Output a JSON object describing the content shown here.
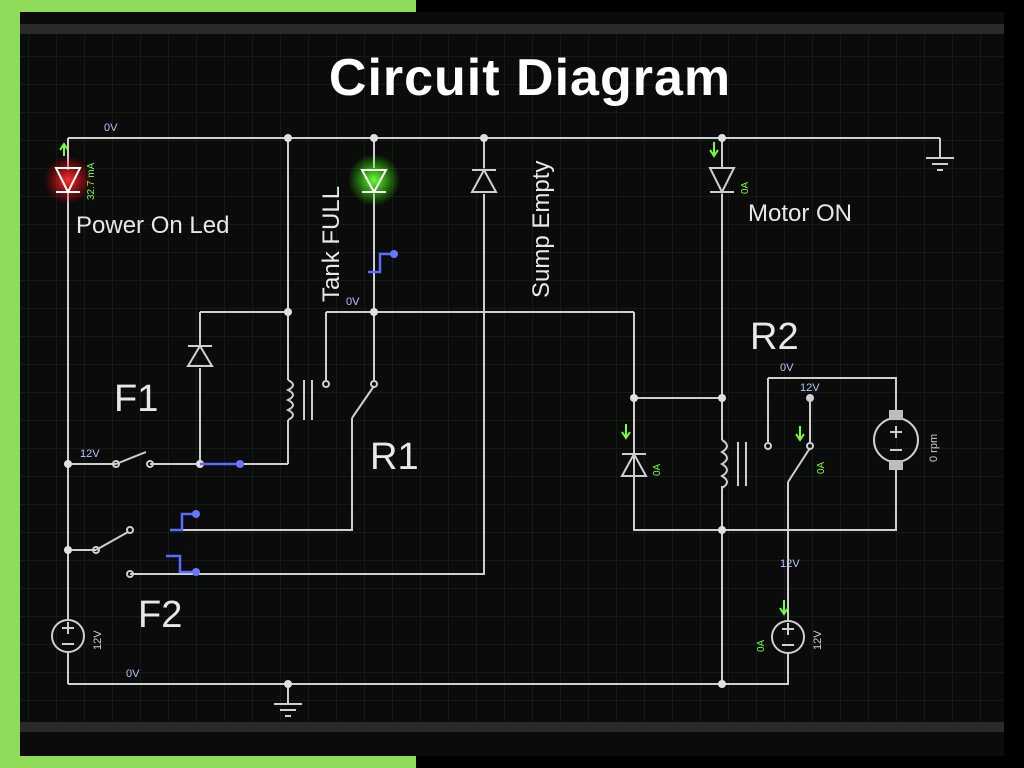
{
  "title": "Circuit Diagram",
  "labels": {
    "power_on_led": "Power On Led",
    "tank_full": "Tank FULL",
    "sump_empty": "Sump Empty",
    "motor_on": "Motor ON",
    "f1": "F1",
    "f2": "F2",
    "r1": "R1",
    "r2": "R2"
  },
  "readouts": {
    "v_top": "0V",
    "v_bottom": "0V",
    "v_tank": "0V",
    "v_r2_top": "0V",
    "v_f1": "12V",
    "v_r2_switch": "12V",
    "v_motor_supply": "12V",
    "src_left": "12V",
    "src_right": "12V",
    "led_current": "32.7 mA",
    "motor_led_current": "0A",
    "r2_diode_current": "0A",
    "r2_switch_current": "0A",
    "src_right_current": "0A",
    "motor_speed": "0 rpm"
  },
  "colors": {
    "frame": "#8fdc5a",
    "wire": "#d0d0d0",
    "led_red": "#ff2a2a",
    "led_green": "#55ff2a",
    "indicator": "#79ff3a",
    "switch_blue": "#5b6bff"
  }
}
